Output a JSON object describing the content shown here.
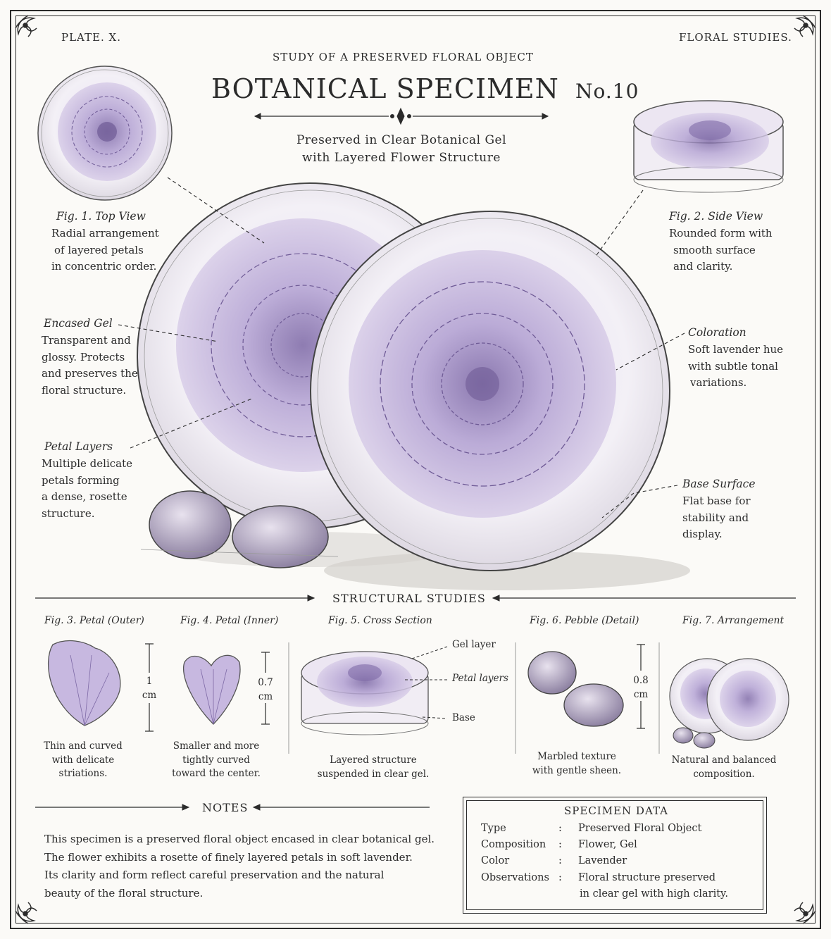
{
  "header": {
    "plate": "PLATE. X.",
    "series": "FLORAL STUDIES.",
    "kicker": "STUDY OF A PRESERVED FLORAL OBJECT",
    "title": "BOTANICAL SPECIMEN",
    "number": "No.10",
    "subtitle_line1": "Preserved in Clear Botanical Gel",
    "subtitle_line2": "with Layered Flower Structure"
  },
  "annotations": {
    "fig1": {
      "title": "Fig. 1.  Top View",
      "lines": [
        "Radial arrangement",
        "of layered petals",
        "in concentric order."
      ]
    },
    "fig2": {
      "title": "Fig. 2.  Side View",
      "lines": [
        "Rounded form with",
        "smooth surface",
        "and clarity."
      ]
    },
    "gel": {
      "title": "Encased Gel",
      "lines": [
        "Transparent and",
        "glossy. Protects",
        "and preserves the",
        "floral structure."
      ]
    },
    "petals": {
      "title": "Petal Layers",
      "lines": [
        "Multiple delicate",
        "petals forming",
        "a dense, rosette",
        "structure."
      ]
    },
    "color": {
      "title": "Coloration",
      "lines": [
        "Soft lavender hue",
        "with subtle tonal",
        "variations."
      ]
    },
    "base": {
      "title": "Base Surface",
      "lines": [
        "Flat base for",
        "stability and",
        "display."
      ]
    }
  },
  "structural": {
    "heading": "STRUCTURAL STUDIES",
    "figs": [
      {
        "title": "Fig. 3.  Petal (Outer)",
        "caption": [
          "Thin and curved",
          "with delicate",
          "striations."
        ],
        "measure": [
          "1",
          "cm"
        ]
      },
      {
        "title": "Fig. 4.  Petal (Inner)",
        "caption": [
          "Smaller and more",
          "tightly curved",
          "toward the center."
        ],
        "measure": [
          "0.7",
          "cm"
        ]
      },
      {
        "title": "Fig. 5.  Cross Section",
        "caption": [
          "Layered structure",
          "suspended in clear gel."
        ],
        "labels": [
          "Gel layer",
          "Petal layers",
          "Base"
        ]
      },
      {
        "title": "Fig. 6.  Pebble (Detail)",
        "caption": [
          "Marbled texture",
          "with gentle sheen."
        ],
        "measure": [
          "0.8",
          "cm"
        ]
      },
      {
        "title": "Fig. 7.  Arrangement",
        "caption": [
          "Natural and balanced",
          "composition."
        ]
      }
    ]
  },
  "notes": {
    "heading": "NOTES",
    "lines": [
      "This specimen is a preserved floral object encased in clear botanical gel.",
      "The flower exhibits a rosette of finely layered petals in soft lavender.",
      "Its clarity and form reflect careful preservation and the natural",
      "beauty of the floral structure."
    ]
  },
  "specimen_data": {
    "heading": "SPECIMEN DATA",
    "rows": [
      {
        "key": "Type",
        "value": "Preserved Floral Object"
      },
      {
        "key": "Composition",
        "value": "Flower, Gel"
      },
      {
        "key": "Color",
        "value": "Lavender"
      },
      {
        "key": "Observations",
        "value": "Floral structure preserved",
        "value2": "in clear gel with high clarity."
      }
    ],
    "sep": ":"
  },
  "colors": {
    "ink": "#2b2b2b",
    "lavender": "#9a86bf",
    "lavender_light": "#d9cfe8",
    "paper": "#fbfaf7"
  }
}
